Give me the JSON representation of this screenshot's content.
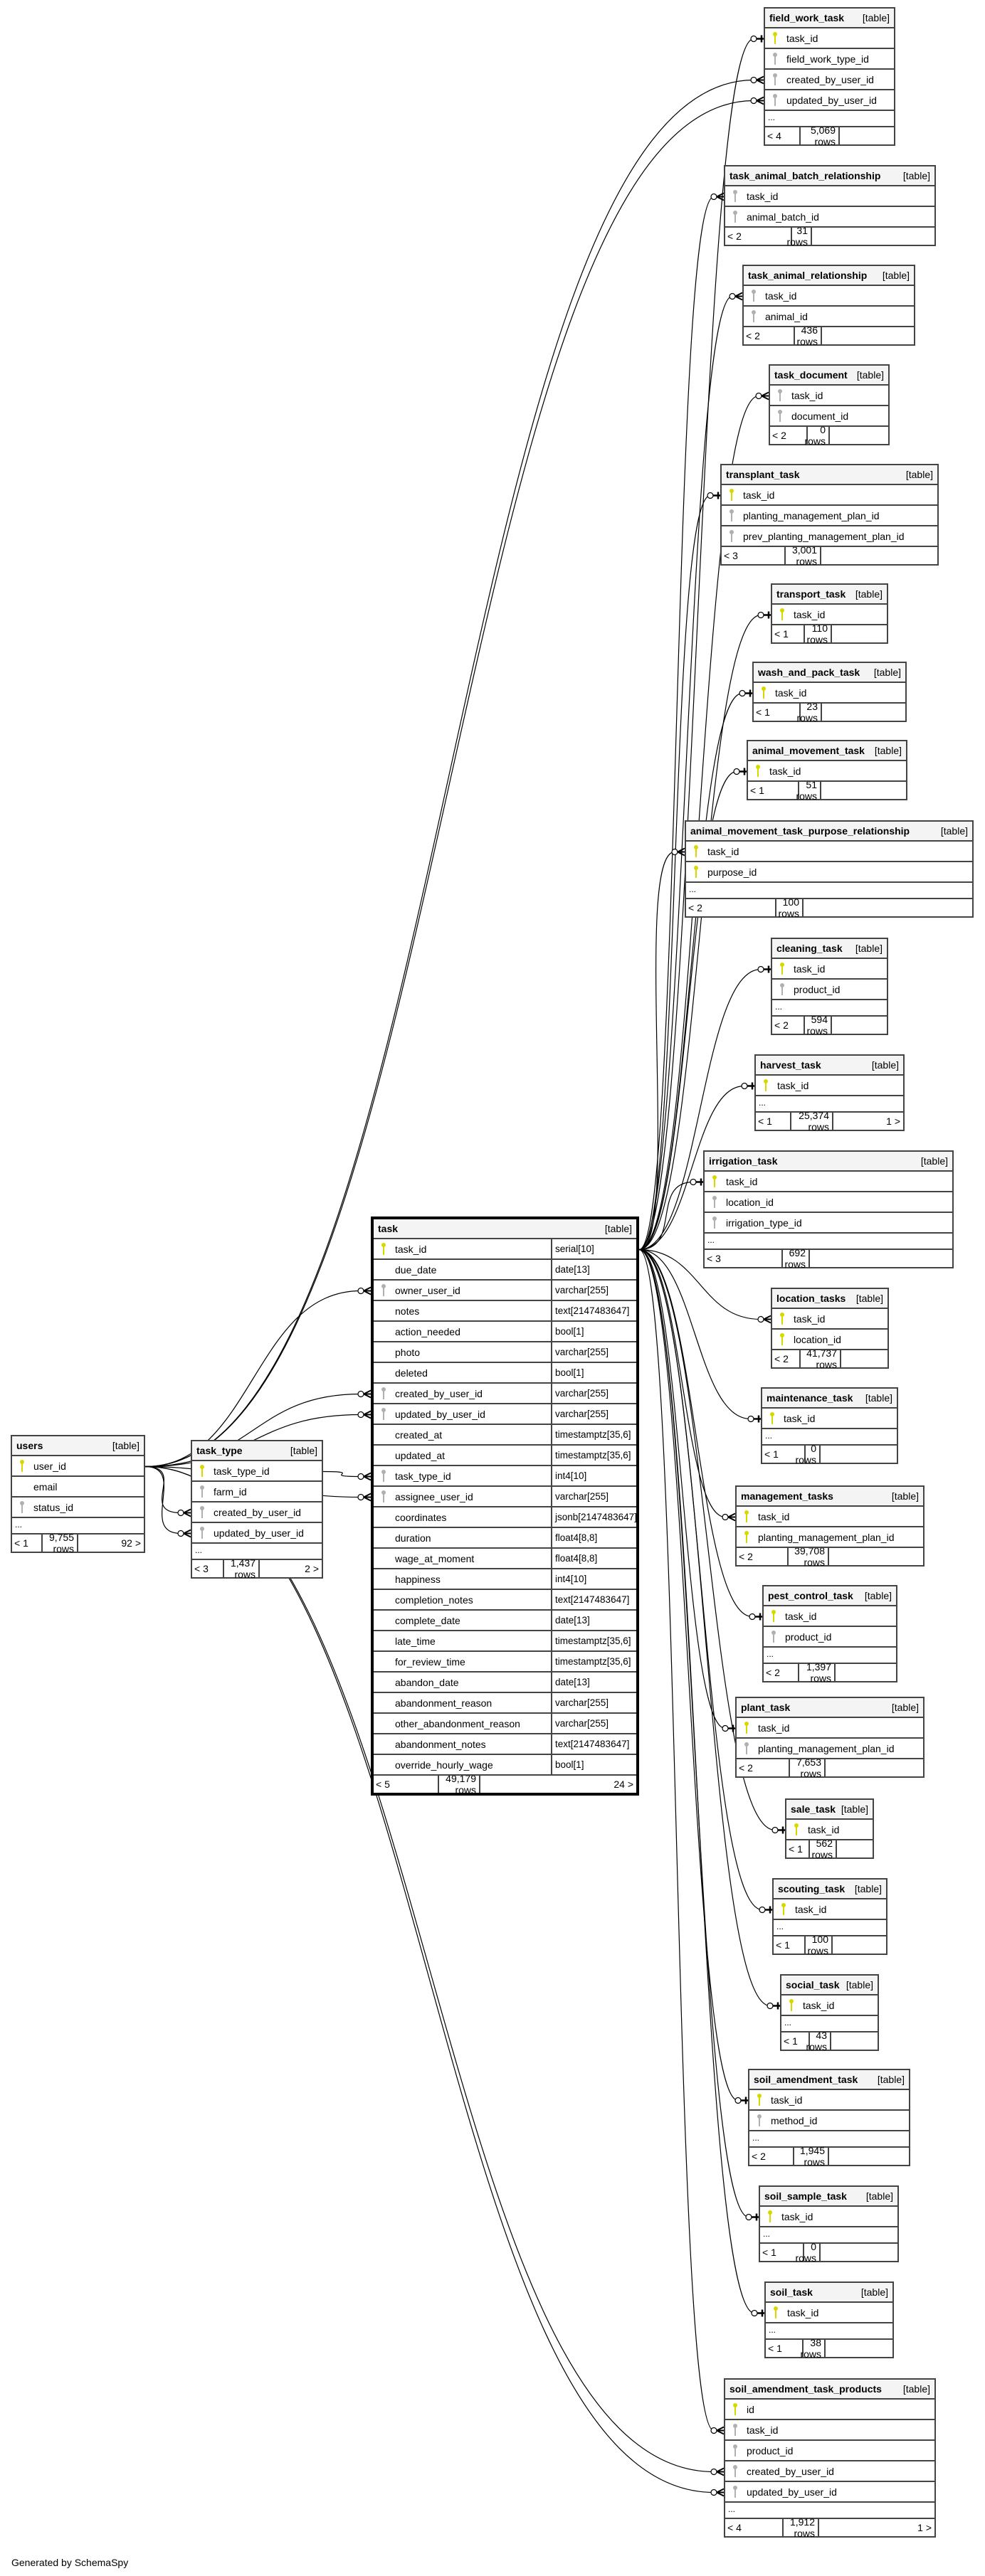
{
  "diagram": {
    "generator_text": "Generated by SchemaSpy",
    "colors": {
      "primary_key": "#d8d800",
      "foreign_key": "#b0b0b0",
      "header_bg": "#f4f4f4",
      "line": "#000000"
    },
    "kind_label": "[table]",
    "tables": [
      {
        "id": "field_work_task",
        "name": "field_work_task",
        "kind": "[table]",
        "columns": [
          {
            "name": "task_id",
            "key": "pk"
          },
          {
            "name": "field_work_type_id",
            "key": "fk"
          },
          {
            "name": "created_by_user_id",
            "key": "fk"
          },
          {
            "name": "updated_by_user_id",
            "key": "fk"
          }
        ],
        "more": "...",
        "parents": "< 4",
        "rows": "5,069 rows",
        "children": ""
      },
      {
        "id": "task_animal_batch_relationship",
        "name": "task_animal_batch_relationship",
        "kind": "[table]",
        "columns": [
          {
            "name": "task_id",
            "key": "fk"
          },
          {
            "name": "animal_batch_id",
            "key": "fk"
          }
        ],
        "more": null,
        "parents": "< 2",
        "rows": "31 rows",
        "children": ""
      },
      {
        "id": "task_animal_relationship",
        "name": "task_animal_relationship",
        "kind": "[table]",
        "columns": [
          {
            "name": "task_id",
            "key": "fk"
          },
          {
            "name": "animal_id",
            "key": "fk"
          }
        ],
        "more": null,
        "parents": "< 2",
        "rows": "436 rows",
        "children": ""
      },
      {
        "id": "task_document",
        "name": "task_document",
        "kind": "[table]",
        "columns": [
          {
            "name": "task_id",
            "key": "fk"
          },
          {
            "name": "document_id",
            "key": "fk"
          }
        ],
        "more": null,
        "parents": "< 2",
        "rows": "0 rows",
        "children": ""
      },
      {
        "id": "transplant_task",
        "name": "transplant_task",
        "kind": "[table]",
        "columns": [
          {
            "name": "task_id",
            "key": "pk"
          },
          {
            "name": "planting_management_plan_id",
            "key": "fk"
          },
          {
            "name": "prev_planting_management_plan_id",
            "key": "fk"
          }
        ],
        "more": null,
        "parents": "< 3",
        "rows": "3,001 rows",
        "children": ""
      },
      {
        "id": "transport_task",
        "name": "transport_task",
        "kind": "[table]",
        "columns": [
          {
            "name": "task_id",
            "key": "pk"
          }
        ],
        "more": null,
        "parents": "< 1",
        "rows": "110 rows",
        "children": ""
      },
      {
        "id": "wash_and_pack_task",
        "name": "wash_and_pack_task",
        "kind": "[table]",
        "columns": [
          {
            "name": "task_id",
            "key": "pk"
          }
        ],
        "more": null,
        "parents": "< 1",
        "rows": "23 rows",
        "children": ""
      },
      {
        "id": "animal_movement_task",
        "name": "animal_movement_task",
        "kind": "[table]",
        "columns": [
          {
            "name": "task_id",
            "key": "pk"
          }
        ],
        "more": null,
        "parents": "< 1",
        "rows": "51 rows",
        "children": ""
      },
      {
        "id": "animal_movement_task_purpose_relationship",
        "name": "animal_movement_task_purpose_relationship",
        "kind": "[table]",
        "columns": [
          {
            "name": "task_id",
            "key": "pk"
          },
          {
            "name": "purpose_id",
            "key": "pk"
          }
        ],
        "more": "...",
        "parents": "< 2",
        "rows": "100 rows",
        "children": ""
      },
      {
        "id": "cleaning_task",
        "name": "cleaning_task",
        "kind": "[table]",
        "columns": [
          {
            "name": "task_id",
            "key": "pk"
          },
          {
            "name": "product_id",
            "key": "fk"
          }
        ],
        "more": "...",
        "parents": "< 2",
        "rows": "594 rows",
        "children": ""
      },
      {
        "id": "harvest_task",
        "name": "harvest_task",
        "kind": "[table]",
        "columns": [
          {
            "name": "task_id",
            "key": "pk"
          }
        ],
        "more": "...",
        "parents": "< 1",
        "rows": "25,374 rows",
        "children": "1 >"
      },
      {
        "id": "irrigation_task",
        "name": "irrigation_task",
        "kind": "[table]",
        "columns": [
          {
            "name": "task_id",
            "key": "pk"
          },
          {
            "name": "location_id",
            "key": "fk"
          },
          {
            "name": "irrigation_type_id",
            "key": "fk"
          }
        ],
        "more": "...",
        "parents": "< 3",
        "rows": "692 rows",
        "children": ""
      },
      {
        "id": "location_tasks",
        "name": "location_tasks",
        "kind": "[table]",
        "columns": [
          {
            "name": "task_id",
            "key": "pk"
          },
          {
            "name": "location_id",
            "key": "pk"
          }
        ],
        "more": null,
        "parents": "< 2",
        "rows": "41,737 rows",
        "children": ""
      },
      {
        "id": "maintenance_task",
        "name": "maintenance_task",
        "kind": "[table]",
        "columns": [
          {
            "name": "task_id",
            "key": "pk"
          }
        ],
        "more": "...",
        "parents": "< 1",
        "rows": "0 rows",
        "children": ""
      },
      {
        "id": "management_tasks",
        "name": "management_tasks",
        "kind": "[table]",
        "columns": [
          {
            "name": "task_id",
            "key": "pk"
          },
          {
            "name": "planting_management_plan_id",
            "key": "pk"
          }
        ],
        "more": null,
        "parents": "< 2",
        "rows": "39,708 rows",
        "children": ""
      },
      {
        "id": "pest_control_task",
        "name": "pest_control_task",
        "kind": "[table]",
        "columns": [
          {
            "name": "task_id",
            "key": "pk"
          },
          {
            "name": "product_id",
            "key": "fk"
          }
        ],
        "more": "...",
        "parents": "< 2",
        "rows": "1,397 rows",
        "children": ""
      },
      {
        "id": "plant_task",
        "name": "plant_task",
        "kind": "[table]",
        "columns": [
          {
            "name": "task_id",
            "key": "pk"
          },
          {
            "name": "planting_management_plan_id",
            "key": "fk"
          }
        ],
        "more": null,
        "parents": "< 2",
        "rows": "7,653 rows",
        "children": ""
      },
      {
        "id": "sale_task",
        "name": "sale_task",
        "kind": "[table]",
        "columns": [
          {
            "name": "task_id",
            "key": "pk"
          }
        ],
        "more": null,
        "parents": "< 1",
        "rows": "562 rows",
        "children": ""
      },
      {
        "id": "scouting_task",
        "name": "scouting_task",
        "kind": "[table]",
        "columns": [
          {
            "name": "task_id",
            "key": "pk"
          }
        ],
        "more": "...",
        "parents": "< 1",
        "rows": "100 rows",
        "children": ""
      },
      {
        "id": "social_task",
        "name": "social_task",
        "kind": "[table]",
        "columns": [
          {
            "name": "task_id",
            "key": "pk"
          }
        ],
        "more": "...",
        "parents": "< 1",
        "rows": "43 rows",
        "children": ""
      },
      {
        "id": "soil_amendment_task",
        "name": "soil_amendment_task",
        "kind": "[table]",
        "columns": [
          {
            "name": "task_id",
            "key": "pk"
          },
          {
            "name": "method_id",
            "key": "fk"
          }
        ],
        "more": "...",
        "parents": "< 2",
        "rows": "1,945 rows",
        "children": ""
      },
      {
        "id": "soil_sample_task",
        "name": "soil_sample_task",
        "kind": "[table]",
        "columns": [
          {
            "name": "task_id",
            "key": "pk"
          }
        ],
        "more": "...",
        "parents": "< 1",
        "rows": "0 rows",
        "children": ""
      },
      {
        "id": "soil_task",
        "name": "soil_task",
        "kind": "[table]",
        "columns": [
          {
            "name": "task_id",
            "key": "pk"
          }
        ],
        "more": "...",
        "parents": "< 1",
        "rows": "38 rows",
        "children": ""
      },
      {
        "id": "soil_amendment_task_products",
        "name": "soil_amendment_task_products",
        "kind": "[table]",
        "columns": [
          {
            "name": "id",
            "key": "pk"
          },
          {
            "name": "task_id",
            "key": "fk"
          },
          {
            "name": "product_id",
            "key": "fk"
          },
          {
            "name": "created_by_user_id",
            "key": "fk"
          },
          {
            "name": "updated_by_user_id",
            "key": "fk"
          }
        ],
        "more": "...",
        "parents": "< 4",
        "rows": "1,912 rows",
        "children": "1 >"
      },
      {
        "id": "users",
        "name": "users",
        "kind": "[table]",
        "columns": [
          {
            "name": "user_id",
            "key": "pk"
          },
          {
            "name": "email",
            "key": ""
          },
          {
            "name": "status_id",
            "key": "fk"
          }
        ],
        "more": "...",
        "parents": "< 1",
        "rows": "9,755 rows",
        "children": "92 >"
      },
      {
        "id": "task_type",
        "name": "task_type",
        "kind": "[table]",
        "columns": [
          {
            "name": "task_type_id",
            "key": "pk"
          },
          {
            "name": "farm_id",
            "key": "fk"
          },
          {
            "name": "created_by_user_id",
            "key": "fk"
          },
          {
            "name": "updated_by_user_id",
            "key": "fk"
          }
        ],
        "more": "...",
        "parents": "< 3",
        "rows": "1,437 rows",
        "children": "2 >"
      },
      {
        "id": "task",
        "name": "task",
        "kind": "[table]",
        "main": true,
        "columns": [
          {
            "name": "task_id",
            "key": "pk",
            "type": "serial[10]"
          },
          {
            "name": "due_date",
            "key": "",
            "type": "date[13]"
          },
          {
            "name": "owner_user_id",
            "key": "fk",
            "type": "varchar[255]"
          },
          {
            "name": "notes",
            "key": "",
            "type": "text[2147483647]"
          },
          {
            "name": "action_needed",
            "key": "",
            "type": "bool[1]"
          },
          {
            "name": "photo",
            "key": "",
            "type": "varchar[255]"
          },
          {
            "name": "deleted",
            "key": "",
            "type": "bool[1]"
          },
          {
            "name": "created_by_user_id",
            "key": "fk",
            "type": "varchar[255]"
          },
          {
            "name": "updated_by_user_id",
            "key": "fk",
            "type": "varchar[255]"
          },
          {
            "name": "created_at",
            "key": "",
            "type": "timestamptz[35,6]"
          },
          {
            "name": "updated_at",
            "key": "",
            "type": "timestamptz[35,6]"
          },
          {
            "name": "task_type_id",
            "key": "fk",
            "type": "int4[10]"
          },
          {
            "name": "assignee_user_id",
            "key": "fk",
            "type": "varchar[255]"
          },
          {
            "name": "coordinates",
            "key": "",
            "type": "jsonb[2147483647]"
          },
          {
            "name": "duration",
            "key": "",
            "type": "float4[8,8]"
          },
          {
            "name": "wage_at_moment",
            "key": "",
            "type": "float4[8,8]"
          },
          {
            "name": "happiness",
            "key": "",
            "type": "int4[10]"
          },
          {
            "name": "completion_notes",
            "key": "",
            "type": "text[2147483647]"
          },
          {
            "name": "complete_date",
            "key": "",
            "type": "date[13]"
          },
          {
            "name": "late_time",
            "key": "",
            "type": "timestamptz[35,6]"
          },
          {
            "name": "for_review_time",
            "key": "",
            "type": "timestamptz[35,6]"
          },
          {
            "name": "abandon_date",
            "key": "",
            "type": "date[13]"
          },
          {
            "name": "abandonment_reason",
            "key": "",
            "type": "varchar[255]"
          },
          {
            "name": "other_abandonment_reason",
            "key": "",
            "type": "varchar[255]"
          },
          {
            "name": "abandonment_notes",
            "key": "",
            "type": "text[2147483647]"
          },
          {
            "name": "override_hourly_wage",
            "key": "",
            "type": "bool[1]"
          }
        ],
        "more": null,
        "parents": "< 5",
        "rows": "49,179 rows",
        "children": "24 >"
      }
    ],
    "relationships": [
      {
        "from": "task.task_id",
        "to": "field_work_task.task_id",
        "card": "one"
      },
      {
        "from": "users.user_id",
        "to": "field_work_task.created_by_user_id",
        "card": "many"
      },
      {
        "from": "users.user_id",
        "to": "field_work_task.updated_by_user_id",
        "card": "many"
      },
      {
        "from": "task.task_id",
        "to": "task_animal_batch_relationship.task_id",
        "card": "many"
      },
      {
        "from": "task.task_id",
        "to": "task_animal_relationship.task_id",
        "card": "many"
      },
      {
        "from": "task.task_id",
        "to": "task_document.task_id",
        "card": "many"
      },
      {
        "from": "task.task_id",
        "to": "transplant_task.task_id",
        "card": "one"
      },
      {
        "from": "task.task_id",
        "to": "transport_task.task_id",
        "card": "one"
      },
      {
        "from": "task.task_id",
        "to": "wash_and_pack_task.task_id",
        "card": "one"
      },
      {
        "from": "task.task_id",
        "to": "animal_movement_task.task_id",
        "card": "one"
      },
      {
        "from": "task.task_id",
        "to": "animal_movement_task_purpose_relationship.task_id",
        "card": "many"
      },
      {
        "from": "task.task_id",
        "to": "cleaning_task.task_id",
        "card": "one"
      },
      {
        "from": "task.task_id",
        "to": "harvest_task.task_id",
        "card": "one"
      },
      {
        "from": "task.task_id",
        "to": "irrigation_task.task_id",
        "card": "one"
      },
      {
        "from": "task.task_id",
        "to": "location_tasks.task_id",
        "card": "many"
      },
      {
        "from": "task.task_id",
        "to": "maintenance_task.task_id",
        "card": "one"
      },
      {
        "from": "task.task_id",
        "to": "management_tasks.task_id",
        "card": "many"
      },
      {
        "from": "task.task_id",
        "to": "pest_control_task.task_id",
        "card": "one"
      },
      {
        "from": "task.task_id",
        "to": "plant_task.task_id",
        "card": "one"
      },
      {
        "from": "task.task_id",
        "to": "sale_task.task_id",
        "card": "one"
      },
      {
        "from": "task.task_id",
        "to": "scouting_task.task_id",
        "card": "one"
      },
      {
        "from": "task.task_id",
        "to": "social_task.task_id",
        "card": "one"
      },
      {
        "from": "task.task_id",
        "to": "soil_amendment_task.task_id",
        "card": "one"
      },
      {
        "from": "task.task_id",
        "to": "soil_sample_task.task_id",
        "card": "one"
      },
      {
        "from": "task.task_id",
        "to": "soil_task.task_id",
        "card": "one"
      },
      {
        "from": "task.task_id",
        "to": "soil_amendment_task_products.task_id",
        "card": "many"
      },
      {
        "from": "users.user_id",
        "to": "soil_amendment_task_products.created_by_user_id",
        "card": "many"
      },
      {
        "from": "users.user_id",
        "to": "soil_amendment_task_products.updated_by_user_id",
        "card": "many"
      },
      {
        "from": "users.user_id",
        "to": "task.owner_user_id",
        "card": "many"
      },
      {
        "from": "users.user_id",
        "to": "task.created_by_user_id",
        "card": "many"
      },
      {
        "from": "users.user_id",
        "to": "task.updated_by_user_id",
        "card": "many"
      },
      {
        "from": "task_type.task_type_id",
        "to": "task.task_type_id",
        "card": "many"
      },
      {
        "from": "users.user_id",
        "to": "task.assignee_user_id",
        "card": "many"
      },
      {
        "from": "users.user_id",
        "to": "task_type.created_by_user_id",
        "card": "many"
      },
      {
        "from": "users.user_id",
        "to": "task_type.updated_by_user_id",
        "card": "many"
      }
    ]
  }
}
